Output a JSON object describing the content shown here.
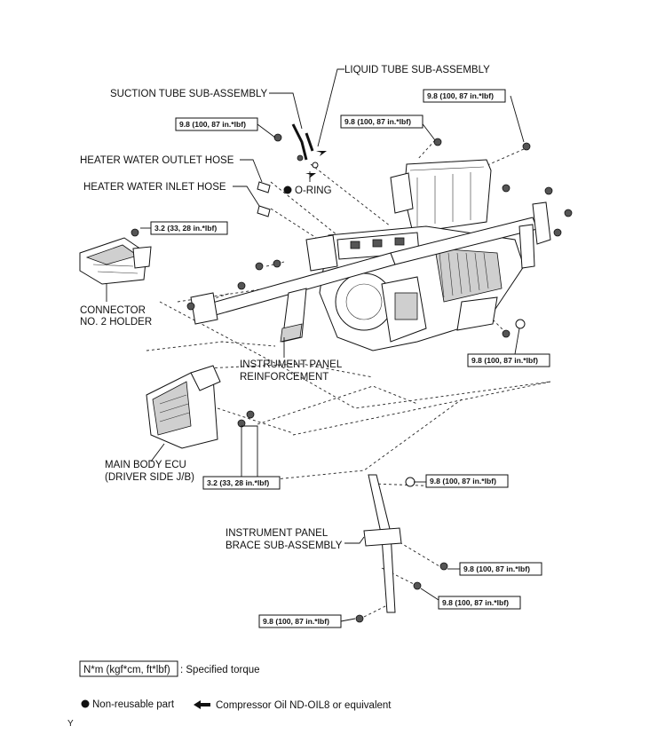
{
  "labels": {
    "liquid_tube": "LIQUID TUBE SUB-ASSEMBLY",
    "suction_tube": "SUCTION TUBE SUB-ASSEMBLY",
    "heater_outlet": "HEATER WATER OUTLET HOSE",
    "heater_inlet": "HEATER WATER INLET HOSE",
    "o_ring": "O-RING",
    "connector_line1": "CONNECTOR",
    "connector_line2": "NO. 2 HOLDER",
    "reinforcement_line1": "INSTRUMENT PANEL",
    "reinforcement_line2": "REINFORCEMENT",
    "ecu_line1": "MAIN BODY ECU",
    "ecu_line2": "(DRIVER SIDE J/B)",
    "brace_line1": "INSTRUMENT PANEL",
    "brace_line2": "BRACE SUB-ASSEMBLY"
  },
  "torques": {
    "t98": "9.8 (100, 87 in.*lbf)",
    "t32": "3.2 (33, 28 in.*lbf)"
  },
  "legend": {
    "unit": "N*m (kgf*cm, ft*lbf)",
    "unit_desc": ": Specified torque",
    "non_reusable": "Non-reusable part",
    "oil": "Compressor Oil ND-OIL8 or equivalent"
  },
  "corner_mark": "Y",
  "icons": {
    "non_reusable": "filled-circle-icon",
    "oil": "left-arrow-icon"
  }
}
